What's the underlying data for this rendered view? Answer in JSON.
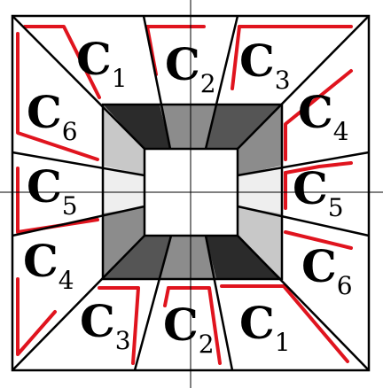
{
  "diagram": {
    "segments": [
      {
        "id": "C1-top",
        "letter": "C",
        "sub": "1"
      },
      {
        "id": "C2-top",
        "letter": "C",
        "sub": "2"
      },
      {
        "id": "C3-top",
        "letter": "C",
        "sub": "3"
      },
      {
        "id": "C4-right",
        "letter": "C",
        "sub": "4"
      },
      {
        "id": "C5-right",
        "letter": "C",
        "sub": "5"
      },
      {
        "id": "C6-right",
        "letter": "C",
        "sub": "6"
      },
      {
        "id": "C1-bottom",
        "letter": "C",
        "sub": "1"
      },
      {
        "id": "C2-bottom",
        "letter": "C",
        "sub": "2"
      },
      {
        "id": "C3-bottom",
        "letter": "C",
        "sub": "3"
      },
      {
        "id": "C4-left",
        "letter": "C",
        "sub": "4"
      },
      {
        "id": "C5-left",
        "letter": "C",
        "sub": "5"
      },
      {
        "id": "C6-left",
        "letter": "C",
        "sub": "6"
      }
    ],
    "colors": {
      "outline": "#000000",
      "highlight": "#e0141e",
      "shade_darkest": "#2b2b2b",
      "shade_dark": "#555555",
      "shade_mid": "#8c8c8c",
      "shade_light": "#c8c8c8",
      "shade_lightest": "#eeeeee",
      "background": "#ffffff"
    }
  }
}
